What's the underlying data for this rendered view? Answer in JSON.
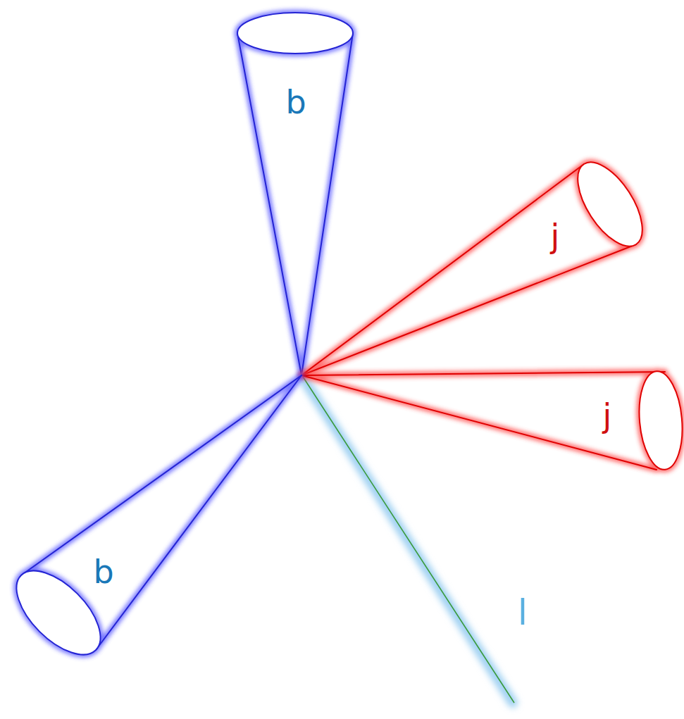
{
  "diagram": {
    "nodes": [
      {
        "text": [
          "b"
        ]
      },
      {
        "text": [
          "j"
        ]
      },
      {
        "text": [
          "j"
        ]
      },
      {
        "text": [
          "b"
        ]
      }
    ],
    "labels": [
      "l"
    ]
  }
}
